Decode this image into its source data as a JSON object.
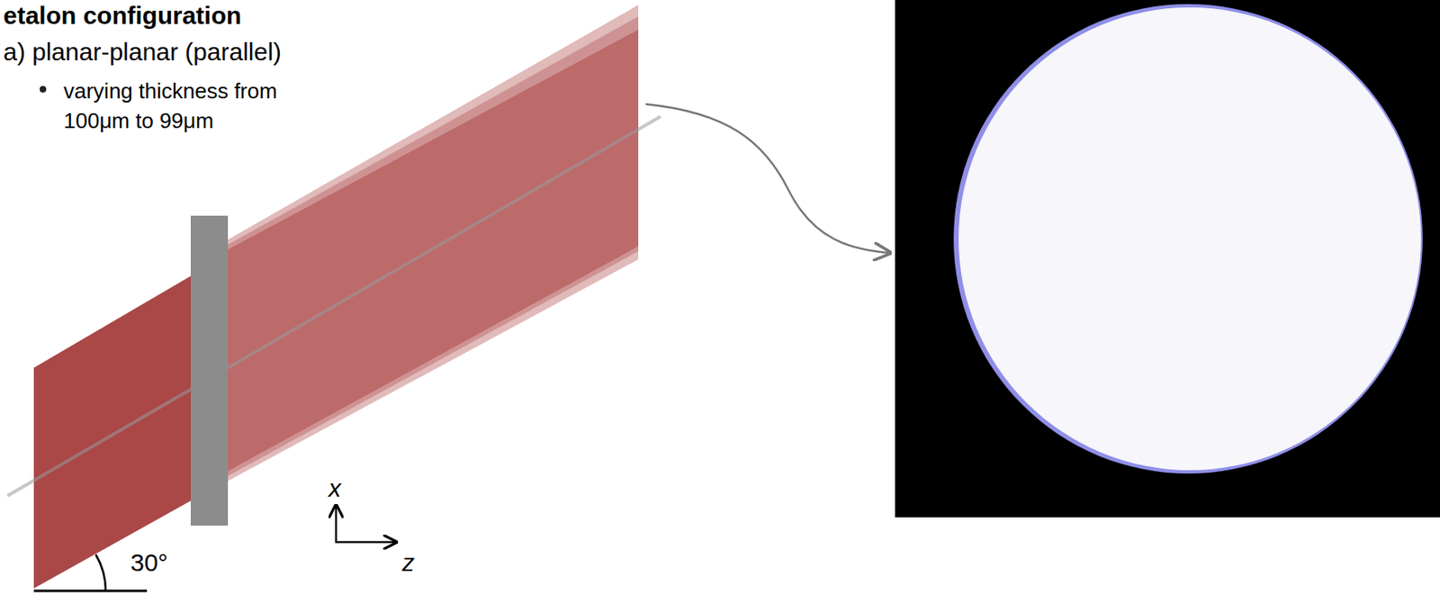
{
  "diagram": {
    "title": "etalon configuration",
    "labels": [
      "a) planar-planar (parallel)",
      "varying thickness from 100μm to 99μm",
      "30°",
      "x",
      "z"
    ]
  }
}
